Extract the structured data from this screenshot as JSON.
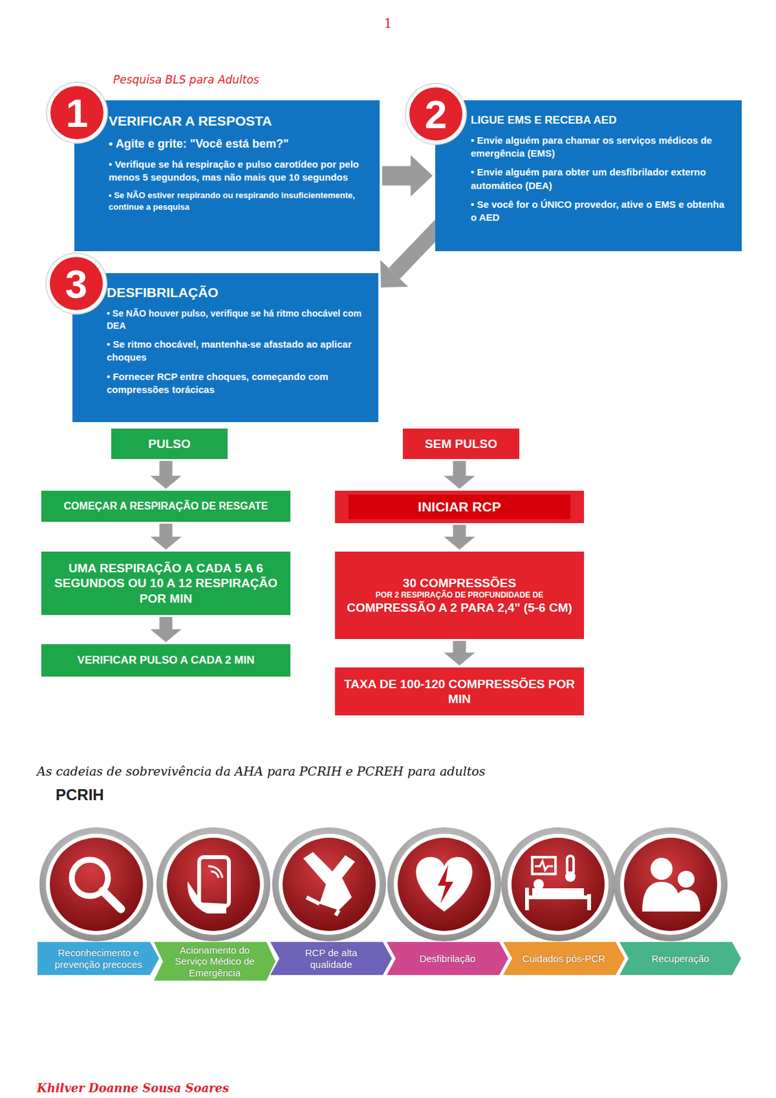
{
  "diagram": {
    "title": "Pesquisa BLS para Adultos",
    "nodes": [
      {
        "text": [
          "1"
        ]
      },
      {
        "text": [
          "VERIFICAR A RESPOSTA",
          "• Agite e grite: \"Você está bem?\"",
          "• Verifique se há respiração e pulso carotídeo por pelo menos 5 segundos, mas não mais que 10 segundos",
          "• Se NÃO estiver respirando ou respirando insuficientemente, continue a pesquisa"
        ]
      },
      {
        "text": [
          "2"
        ]
      },
      {
        "text": [
          "LIGUE EMS E RECEBA AED",
          "• Envie alguém para chamar os serviços médicos de emergência (EMS)",
          "• Envie alguém para obter um desfibrilador externo automático (DEA)",
          "• Se você for o ÚNICO provedor, ative o EMS e obtenha o AED"
        ]
      },
      {
        "text": [
          "3"
        ]
      },
      {
        "text": [
          "DESFIBRILAÇÃO",
          "• Se NÃO houver pulso, verifique se há ritmo chocável com DEA",
          "• Se ritmo chocável, mantenha-se afastado ao aplicar choques",
          "• Fornecer RCP entre choques, começando com compressões torácicas"
        ]
      },
      {
        "text": [
          "PULSO"
        ]
      },
      {
        "text": [
          "COMEÇAR A RESPIRAÇÃO DE RESGATE"
        ]
      },
      {
        "text": [
          "UMA RESPIRAÇÃO A CADA 5 A 6 SEGUNDOS OU 10 A 12 RESPIRAÇÃO POR MIN"
        ]
      },
      {
        "text": [
          "VERIFICAR PULSO A CADA 2 MIN"
        ]
      },
      {
        "text": [
          "SEM PULSO"
        ]
      },
      {
        "text": [
          "INICIAR RCP"
        ]
      },
      {
        "text": [
          "30 COMPRESSÕES",
          "POR 2 RESPIRAÇÃO DE PROFUNDIDADE DE",
          "COMPRESSÃO A 2 PARA 2,4\" (5-6 CM)"
        ]
      },
      {
        "text": [
          "TAXA DE 100-120 COMPRESSÕES POR MIN"
        ]
      },
      {
        "text": [
          "Reconhecimento e prevenção precoces"
        ]
      },
      {
        "text": [
          "Acionamento do Serviço Médico de Emergência"
        ]
      },
      {
        "text": [
          "RCP de alta qualidade"
        ]
      },
      {
        "text": [
          "Desfibrilação"
        ]
      },
      {
        "text": [
          "Cuidados pós-PCR"
        ]
      },
      {
        "text": [
          "Recuperação"
        ]
      }
    ],
    "edges": [
      {
        "from": 1,
        "to": 3,
        "arrow": "to"
      },
      {
        "from": 3,
        "to": 5,
        "arrow": "to"
      },
      {
        "from": 6,
        "to": 7,
        "arrow": "to"
      },
      {
        "from": 7,
        "to": 8,
        "arrow": "to"
      },
      {
        "from": 8,
        "to": 9,
        "arrow": "to"
      },
      {
        "from": 10,
        "to": 11,
        "arrow": "to"
      },
      {
        "from": 11,
        "to": 12,
        "arrow": "to"
      },
      {
        "from": 12,
        "to": 13,
        "arrow": "to"
      }
    ],
    "labels": [
      "1",
      "As cadeias de sobrevivência da AHA para PCRIH e PCREH para adultos",
      "PCRIH",
      "Khilver Doanne Sousa Soares"
    ]
  }
}
